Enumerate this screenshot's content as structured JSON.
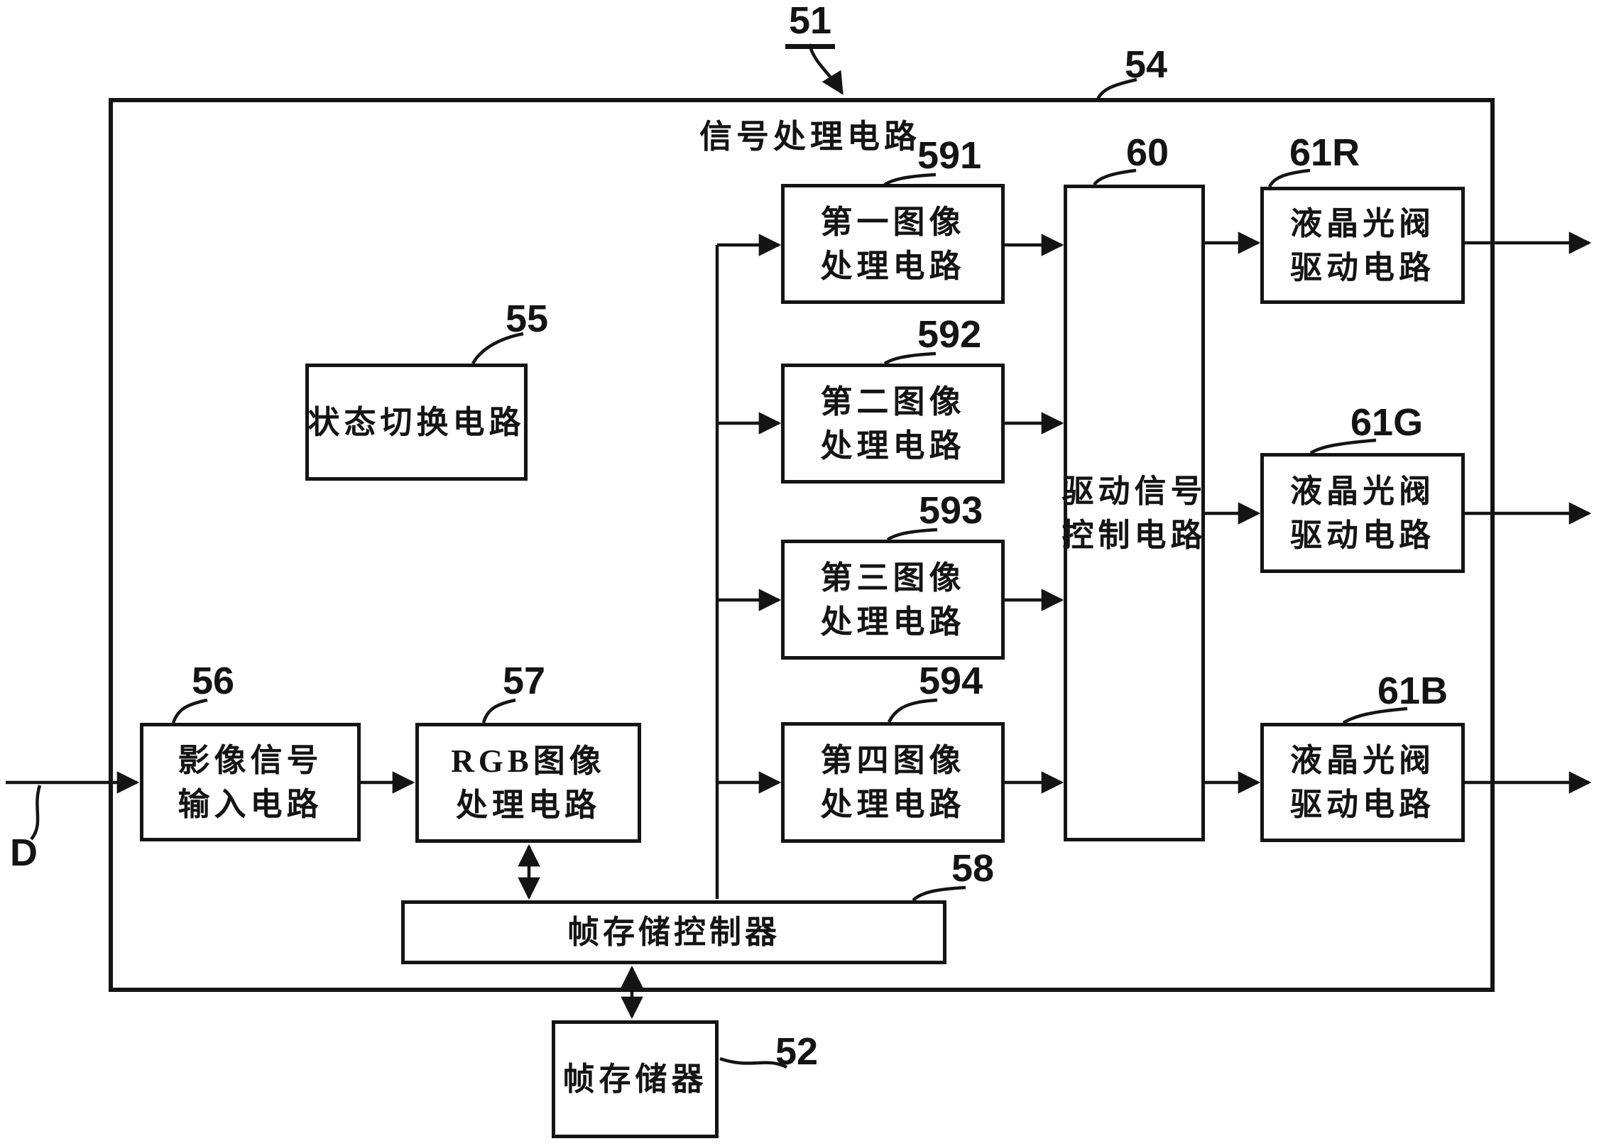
{
  "colors": {
    "ink": "#141414",
    "background": "#ffffff"
  },
  "figure": {
    "diagram_ref": "51",
    "input_label": "D",
    "outer": {
      "ref": "54",
      "title": "信号处理电路"
    },
    "blocks": {
      "b55": {
        "ref": "55",
        "lines": [
          "状态切换电路"
        ]
      },
      "b56": {
        "ref": "56",
        "lines": [
          "影像信号",
          "输入电路"
        ]
      },
      "b57": {
        "ref": "57",
        "lines": [
          "RGB图像",
          "处理电路"
        ]
      },
      "b58": {
        "ref": "58",
        "lines": [
          "帧存储控制器"
        ]
      },
      "b52": {
        "ref": "52",
        "lines": [
          "帧存储器"
        ]
      },
      "b591": {
        "ref": "591",
        "lines": [
          "第一图像",
          "处理电路"
        ]
      },
      "b592": {
        "ref": "592",
        "lines": [
          "第二图像",
          "处理电路"
        ]
      },
      "b593": {
        "ref": "593",
        "lines": [
          "第三图像",
          "处理电路"
        ]
      },
      "b594": {
        "ref": "594",
        "lines": [
          "第四图像",
          "处理电路"
        ]
      },
      "b60": {
        "ref": "60",
        "lines": [
          "驱动信号",
          "控制电路"
        ]
      },
      "b61r": {
        "ref": "61R",
        "lines": [
          "液晶光阀",
          "驱动电路"
        ]
      },
      "b61g": {
        "ref": "61G",
        "lines": [
          "液晶光阀",
          "驱动电路"
        ]
      },
      "b61b": {
        "ref": "61B",
        "lines": [
          "液晶光阀",
          "驱动电路"
        ]
      }
    }
  }
}
